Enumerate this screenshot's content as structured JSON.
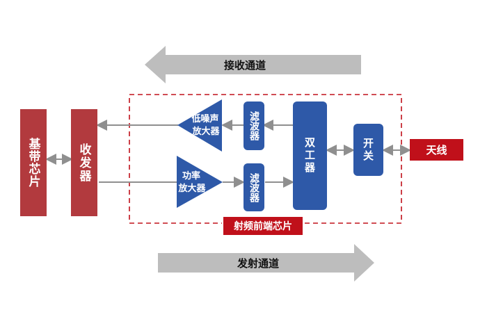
{
  "channels": {
    "receive": "接收通道",
    "transmit": "发射通道"
  },
  "blocks": {
    "baseband": "基带芯片",
    "transceiver": "收发器",
    "lna": [
      "低噪声",
      "放大器"
    ],
    "pa": [
      "功率",
      "放大器"
    ],
    "filter_rx": "滤波器",
    "filter_tx": "滤波器",
    "duplexer": "双工器",
    "switch": "开关",
    "antenna": "天线",
    "rf_frontend": "射频前端芯片"
  },
  "colors": {
    "red_block": "#b23a3e",
    "blue_block": "#2e59a8",
    "tag_red": "#c0101a",
    "arrow_gray": "#bdbdbd",
    "line_gray": "#8f8f8f",
    "dashed_border": "#c0101a"
  }
}
